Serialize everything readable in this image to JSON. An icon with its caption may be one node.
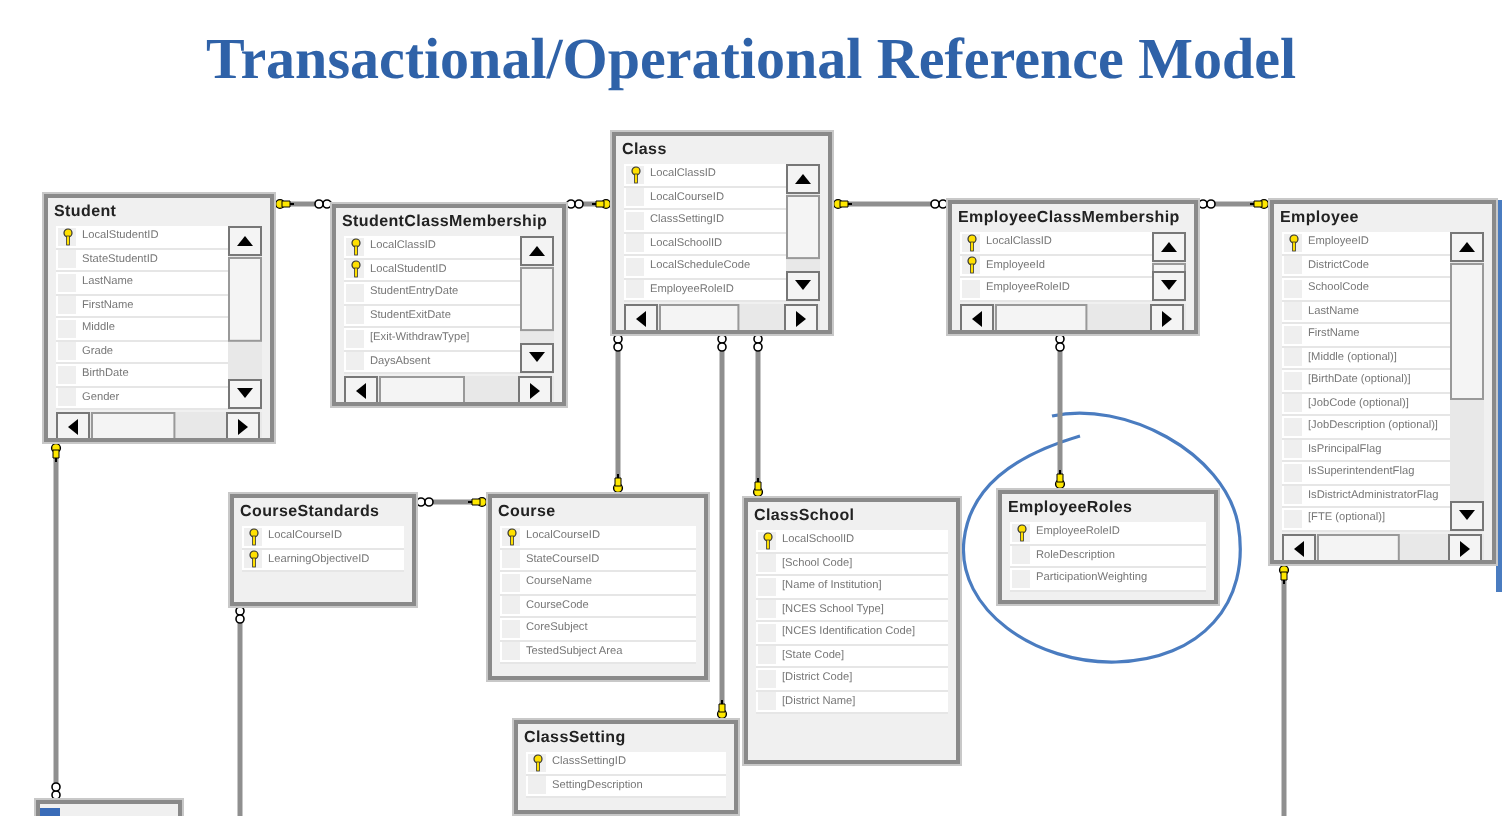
{
  "diagram": {
    "title": "Transactional/Operational Reference Model",
    "nodes": [
      {
        "text": [
          "Student",
          "LocalStudentID",
          "StateStudentID",
          "LastName",
          "FirstName",
          "Middle",
          "Grade",
          "BirthDate",
          "Gender"
        ]
      },
      {
        "text": [
          "StudentClassMembership",
          "LocalClassID",
          "LocalStudentID",
          "StudentEntryDate",
          "StudentExitDate",
          "[Exit-WithdrawType]",
          "DaysAbsent"
        ]
      },
      {
        "text": [
          "Class",
          "LocalClassID",
          "LocalCourseID",
          "ClassSettingID",
          "LocalSchoolID",
          "LocalScheduleCode",
          "EmployeeRoleID"
        ]
      },
      {
        "text": [
          "EmployeeClassMembership",
          "LocalClassID",
          "EmployeeId",
          "EmployeeRoleID"
        ]
      },
      {
        "text": [
          "Employee",
          "EmployeeID",
          "DistrictCode",
          "SchoolCode",
          "LastName",
          "FirstName",
          "[Middle (optional)]",
          "[BirthDate (optional)]",
          "[JobCode (optional)]",
          "[JobDescription (optional)]",
          "IsPrincipalFlag",
          "IsSuperintendentFlag",
          "IsDistrictAdministratorFlag",
          "[FTE (optional)]"
        ]
      },
      {
        "text": [
          "CourseStandards",
          "LocalCourseID",
          "LearningObjectiveID"
        ]
      },
      {
        "text": [
          "Course",
          "LocalCourseID",
          "StateCourseID",
          "CourseName",
          "CourseCode",
          "CoreSubject",
          "TestedSubject Area"
        ]
      },
      {
        "text": [
          "ClassSchool",
          "LocalSchoolID",
          "[School Code]",
          "[Name of Institution]",
          "[NCES School Type]",
          "[NCES Identification Code]",
          "[State Code]",
          "[District Code]",
          "[District Name]"
        ]
      },
      {
        "text": [
          "EmployeeRoles",
          "EmployeeRoleID",
          "RoleDescription",
          "ParticipationWeighting"
        ]
      },
      {
        "text": [
          "ClassSetting",
          "ClassSettingID",
          "SettingDescription"
        ]
      },
      {
        "text": [],
        "shape": "box"
      }
    ],
    "edges": [
      {
        "from": 0,
        "to": 1,
        "arrow": "other"
      },
      {
        "from": 2,
        "to": 1,
        "arrow": "other"
      },
      {
        "from": 2,
        "to": 3,
        "arrow": "other"
      },
      {
        "from": 4,
        "to": 3,
        "arrow": "other"
      },
      {
        "from": 8,
        "to": 3,
        "arrow": "other"
      },
      {
        "from": 6,
        "to": 2,
        "arrow": "other"
      },
      {
        "from": 9,
        "to": 2,
        "arrow": "other"
      },
      {
        "from": 7,
        "to": 2,
        "arrow": "other"
      },
      {
        "from": 6,
        "to": 5,
        "arrow": "other"
      },
      {
        "from": 0,
        "to": 10,
        "arrow": "other"
      },
      {
        "from": null,
        "to": 5,
        "arrow": "other"
      },
      {
        "from": 4,
        "to": null,
        "arrow": "other"
      }
    ]
  }
}
